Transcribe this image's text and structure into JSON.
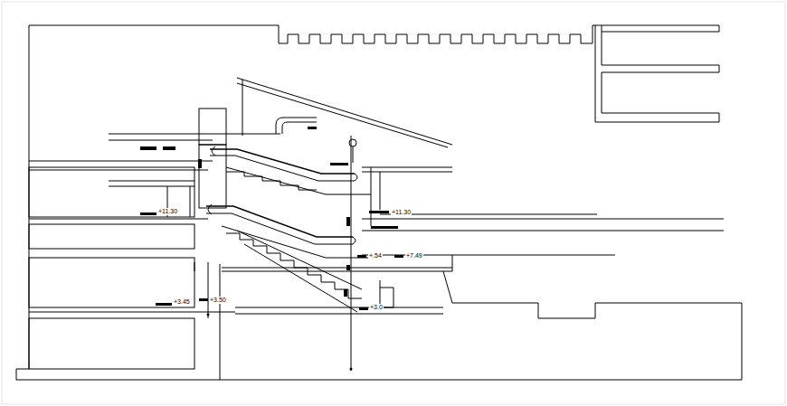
{
  "diagram": {
    "labels": [
      "+11.30",
      "+11.30",
      "+.54",
      "+7.49",
      "+3.45",
      "+3.50",
      "+3.0"
    ]
  }
}
